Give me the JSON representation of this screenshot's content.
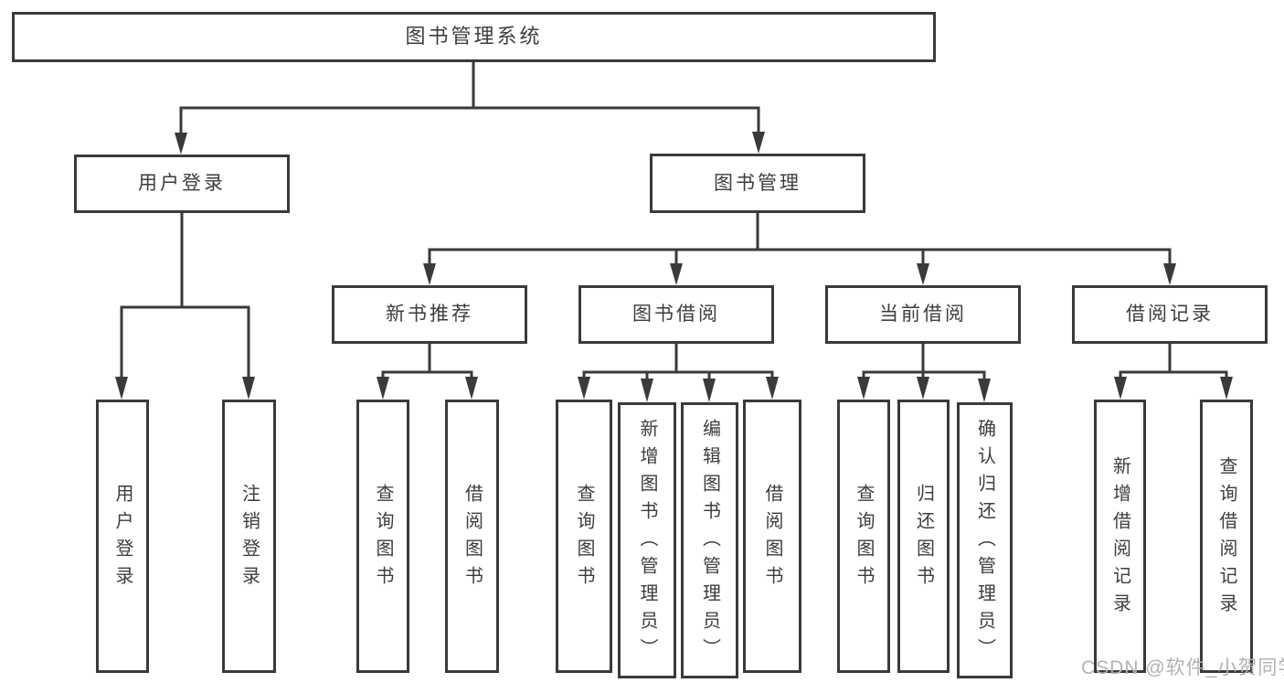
{
  "diagram": {
    "type": "hierarchy-tree",
    "colors": {
      "line": "#3a3a3a",
      "box_border": "#3a3a3a",
      "box_fill": "#ffffff",
      "text": "#3d3d3d",
      "watermark": "#b2b2b2",
      "background": "#ffffff"
    }
  },
  "tree": {
    "label": "图书管理系统",
    "children": [
      {
        "label": "用户登录",
        "children": [
          {
            "label": "用户登录"
          },
          {
            "label": "注销登录"
          }
        ]
      },
      {
        "label": "图书管理",
        "children": [
          {
            "label": "新书推荐",
            "children": [
              {
                "label": "查询图书"
              },
              {
                "label": "借阅图书"
              }
            ]
          },
          {
            "label": "图书借阅",
            "children": [
              {
                "label": "查询图书"
              },
              {
                "label": "新增图书（管理员）"
              },
              {
                "label": "编辑图书（管理员）"
              },
              {
                "label": "借阅图书"
              }
            ]
          },
          {
            "label": "当前借阅",
            "children": [
              {
                "label": "查询图书"
              },
              {
                "label": "归还图书"
              },
              {
                "label": "确认归还（管理员）"
              }
            ]
          },
          {
            "label": "借阅记录",
            "children": [
              {
                "label": "新增借阅记录"
              },
              {
                "label": "查询借阅记录"
              }
            ]
          }
        ]
      }
    ]
  },
  "watermark": {
    "text": "CSDN @软件_小贺同学"
  }
}
